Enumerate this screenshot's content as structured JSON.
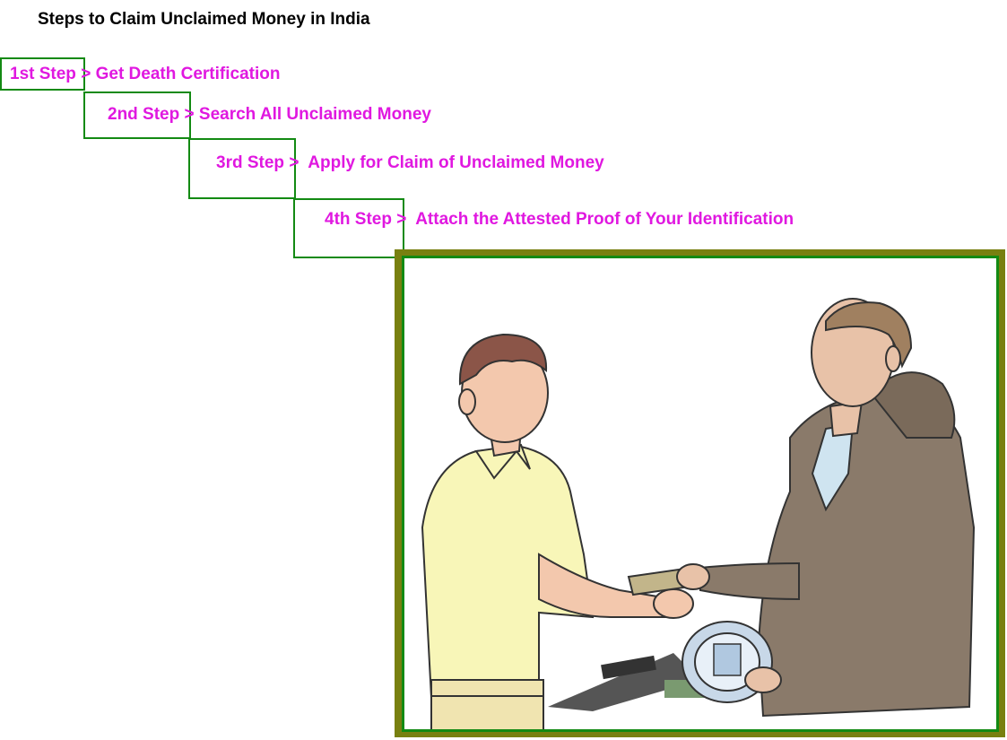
{
  "title": "Steps to Claim Unclaimed Money in India",
  "colors": {
    "step_text": "#e018e0",
    "box_border": "#138a13",
    "outer_frame": "#788010"
  },
  "steps": [
    {
      "label": "1st Step",
      "separator": ">",
      "action": "Get Death Certification"
    },
    {
      "label": "2nd Step",
      "separator": ">",
      "action": "Search All Unclaimed Money"
    },
    {
      "label": "3rd Step",
      "separator": ">",
      "action": "Apply for Claim of Unclaimed Money"
    },
    {
      "label": "4th Step",
      "separator": ">",
      "action": "Attach the Attested Proof of Your Identification"
    }
  ],
  "illustration": {
    "description_icon": "cashier-handing-money-illustration"
  }
}
